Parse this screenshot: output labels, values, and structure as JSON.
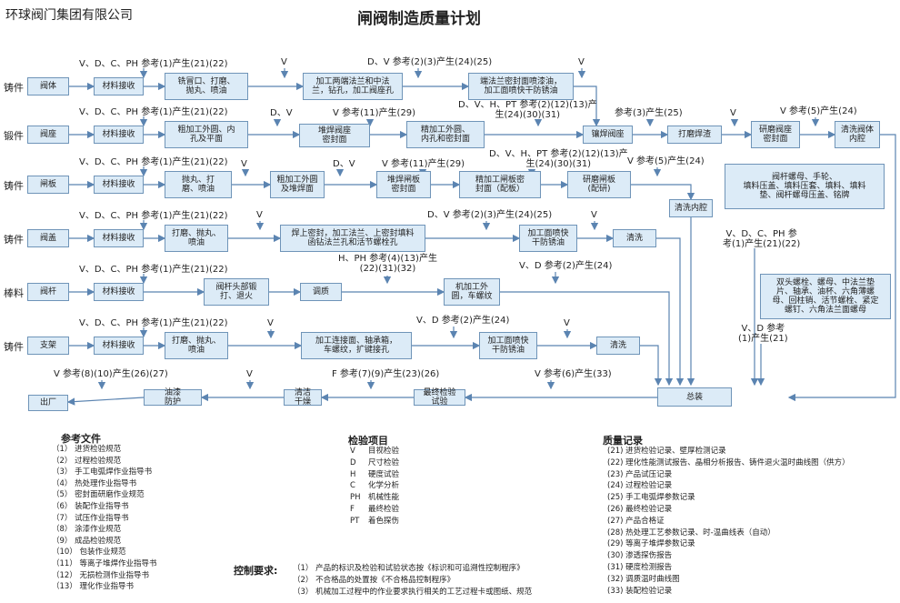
{
  "company": "环球阀门集团有限公司",
  "title": "闸阀制造质量计划",
  "rows": [
    {
      "label": "铸件",
      "first": "阀体"
    },
    {
      "label": "锻件",
      "first": "阀座"
    },
    {
      "label": "铸件",
      "first": "闸板"
    },
    {
      "label": "铸件",
      "first": "阀盖"
    },
    {
      "label": "棒料",
      "first": "阀杆"
    },
    {
      "label": "铸件",
      "first": "支架"
    }
  ],
  "intake": "材料接收",
  "intake_note": "V、D、C、PH 参考(1)产生(21)(22)",
  "nodes": {
    "r1_a": "铣冒口、打磨、\n抛丸、喷油",
    "r1_b": "加工两端法兰和中法\n兰，钻孔，加工阀座孔",
    "r1_c": "端法兰密封面喷漆油，\n加工面喷快干防锈油",
    "r2_a": "粗加工外圆、内\n孔及平面",
    "r2_b": "堆焊阀座\n密封面",
    "r2_c": "精加工外圆、\n内孔和密封面",
    "r2_d": "镶焊阀座",
    "r2_e": "打磨焊渣",
    "r2_f": "研磨阀座\n密封面",
    "r2_g": "清洗阀体\n内腔",
    "r3_a": "抛丸、打\n磨、喷油",
    "r3_b": "粗加工外圆\n及堆焊面",
    "r3_c": "堆焊闸板\n密封面",
    "r3_d": "精加工闸板密\n封面（配板）",
    "r3_e": "研磨闸板\n(配研)",
    "r3_f": "清洗内腔",
    "r4_a": "打磨、抛丸、\n喷油",
    "r4_b": "焊上密封，加工法兰、上密封填料\n函钻法兰孔和活节螺栓孔",
    "r4_c": "加工面喷快\n干防锈油",
    "r4_d": "清洗",
    "r5_a": "阀杆头部锻\n打、退火",
    "r5_b": "调质",
    "r5_c": "机加工外\n圆，车螺纹",
    "r6_a": "打磨、抛丸、\n喷油",
    "r6_b": "加工连接面、轴承箱，\n车螺纹，扩键接孔",
    "r6_c": "加工面喷快\n干防锈油",
    "r6_d": "清洗",
    "side1": "阀杆螺母、手轮、\n填料压盖、填料压套、填料、填料\n垫、阀杆螺母压盖、铭牌",
    "side2": "双头螺栓、螺母、中法兰垫\n片、轴承、油杯、六角薄螺\n母、回柱销、活节螺栓、紧定\n螺钉、六角法兰面螺母",
    "asm": "总装",
    "final": "最终检验\n试验",
    "clean": "清洁\n干燥",
    "paint": "油漆\n防护",
    "out": "出厂"
  },
  "annotations": {
    "v": "V",
    "dv": "D、V",
    "r1_post": "D、V 参考(2)(3)产生(24)(25)",
    "r2_weld": "V 参考(11)产生(29)",
    "r2_pt": "D、V、H、PT 参考(2)(12)(13)产\n生(24)(30)(31)",
    "r2_ref3": "参考(3)产生(25)",
    "r2_ref5": "V 参考(5)产生(24)",
    "r3_weld": "V 参考(11)产生(29)",
    "r3_pt": "D、V、H、PT 参考(2)(12)(13)产\n生(24)(30)(31)",
    "r3_ref5": "V 参考(5)产生(24)",
    "r4_ref": "D、V 参考(2)(3)产生(24)(25)",
    "r5_hph": "H、PH 参考(4)(13)产生\n(22)(31)(32)",
    "r5_dv": "V、D 参考(2)产生(24)",
    "r6_dv": "V、D 参考(2)产生(24)",
    "side1_note": "V、D、C、PH 参\n考(1)产生(21)(22)",
    "side2_note": "V、D 参考\n(1)产生(21)",
    "final_note": "V 参考(6)产生(33)",
    "clean_note": "F 参考(7)(9)产生(23)(26)",
    "paint_note": "V 参考(8)(10)产生(26)(27)"
  },
  "ref_docs": {
    "heading": "参考文件",
    "items": [
      "（1） 进货检验规范",
      "（2） 过程检验规范",
      "（3） 手工电弧焊作业指导书",
      "（4） 热处理作业指导书",
      "（5） 密封面研磨作业规范",
      "（6） 装配作业指导书",
      "（7） 试压作业指导书",
      "（8） 涂漆作业规范",
      "（9） 成品检验规范",
      "（10） 包装作业规范",
      "（11） 等离子堆焊作业指导书",
      "（12） 无损检测作业指导书",
      "（13） 理化作业指导书"
    ]
  },
  "inspection": {
    "heading": "检验项目",
    "items": [
      [
        "V",
        "目视检验"
      ],
      [
        "D",
        "尺寸检验"
      ],
      [
        "H",
        "硬度试验"
      ],
      [
        "C",
        "化学分析"
      ],
      [
        "PH",
        "机械性能"
      ],
      [
        "F",
        "最终检验"
      ],
      [
        "PT",
        "着色探伤"
      ]
    ]
  },
  "records": {
    "heading": "质量记录",
    "items": [
      "(21) 进货检验记录、壁厚检测记录",
      "(22) 理化性能测试报告、晶相分析报告、铸件退火温时曲线图（供方）",
      "(23) 产品试压记录",
      "(24) 过程检验记录",
      "(25) 手工电弧焊参数记录",
      "(26) 最终检验记录",
      "(27) 产品合格证",
      "(28) 热处理工艺参数记录、时-温曲线表（自动）",
      "(29) 等离子堆焊参数记录",
      "(30) 渗透探伤报告",
      "(31) 硬度检测报告",
      "(32) 调质温时曲线图",
      "(33) 装配检验记录"
    ]
  },
  "control": {
    "heading": "控制要求:",
    "items": [
      "（1） 产品的标识及检验和试验状态按《标识和可追溯性控制程序》",
      "（2） 不合格品的处置按《不合格品控制程序》",
      "（3） 机械加工过程中的作业要求执行相关的工艺过程卡或图纸、规范"
    ]
  },
  "colors": {
    "box_fill": "#dcebf7",
    "box_border": "#6f94b8",
    "line": "#5b84b1"
  }
}
